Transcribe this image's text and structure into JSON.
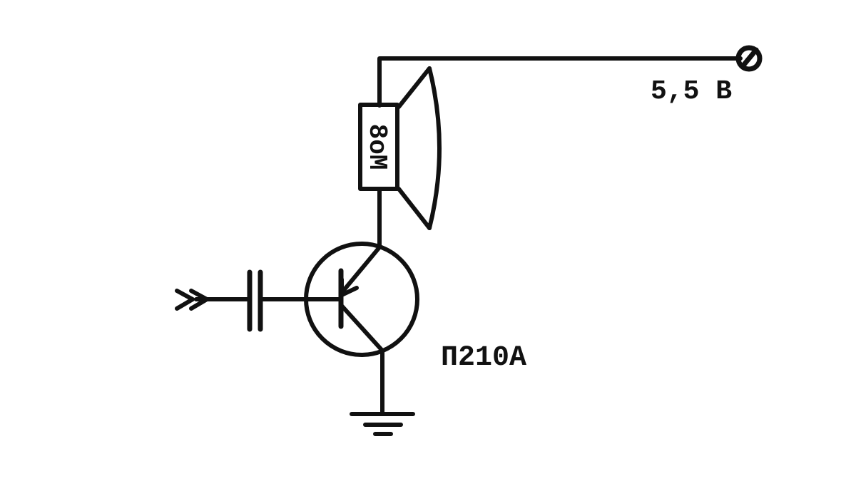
{
  "circuit": {
    "supply_label": "5,5 В",
    "speaker_label": "8оМ",
    "transistor_label": "П210А"
  },
  "colors": {
    "ink": "#111111",
    "background": "#ffffff"
  }
}
